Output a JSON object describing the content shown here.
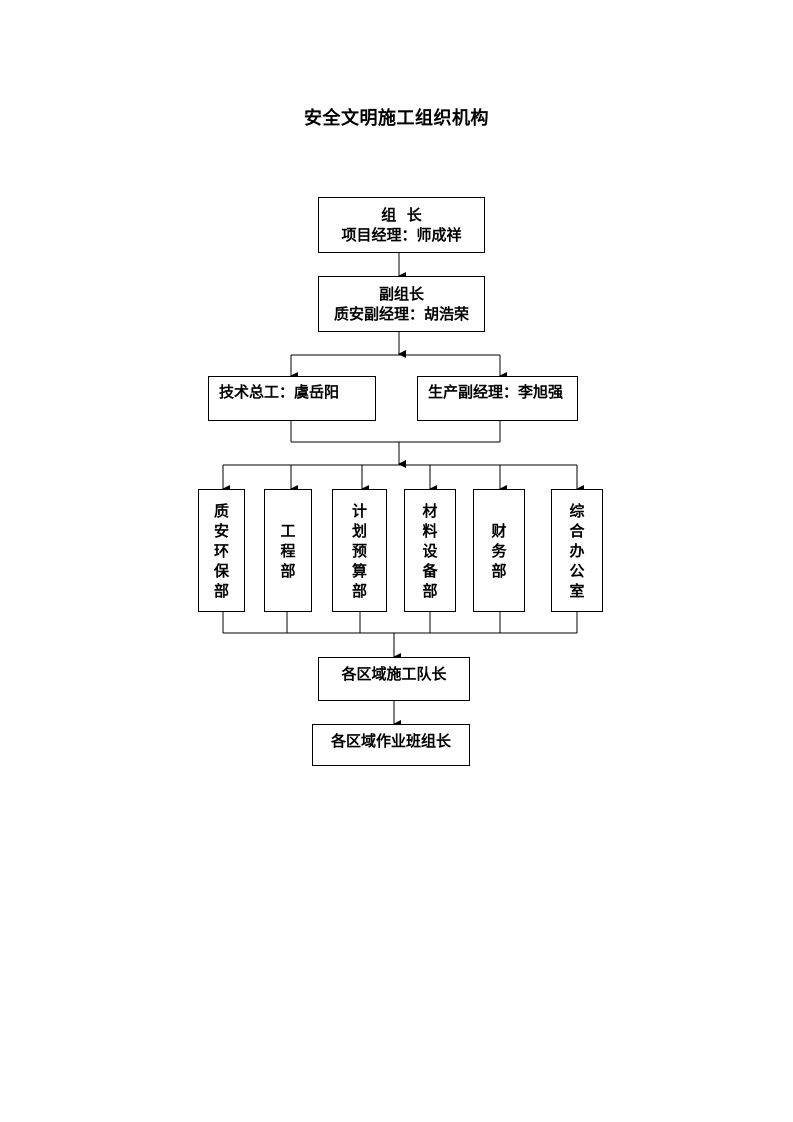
{
  "title": "安全文明施工组织机构",
  "leader": {
    "line1": "组  长",
    "line2": "项目经理：师成祥"
  },
  "deputy": {
    "line1": "副组长",
    "line2": "质安副经理：胡浩荣"
  },
  "tech_chief": "技术总工：虞岳阳",
  "production_deputy": "生产副经理：李旭强",
  "departments": [
    {
      "name": "质安环保部",
      "chars": [
        "质",
        "安",
        "环",
        "保",
        "部"
      ]
    },
    {
      "name": "工程部",
      "chars": [
        "工",
        "程",
        "部"
      ]
    },
    {
      "name": "计划预算部",
      "chars": [
        "计",
        "划",
        "预",
        "算",
        "部"
      ]
    },
    {
      "name": "材料设备部",
      "chars": [
        "材",
        "料",
        "设",
        "备",
        "部"
      ]
    },
    {
      "name": "财务部",
      "chars": [
        "财",
        "务",
        "部"
      ]
    },
    {
      "name": "综合办公室",
      "chars": [
        "综",
        "合",
        "办",
        "公",
        "室"
      ]
    }
  ],
  "team_leaders": "各区域施工队长",
  "group_leaders": "各区域作业班组长"
}
